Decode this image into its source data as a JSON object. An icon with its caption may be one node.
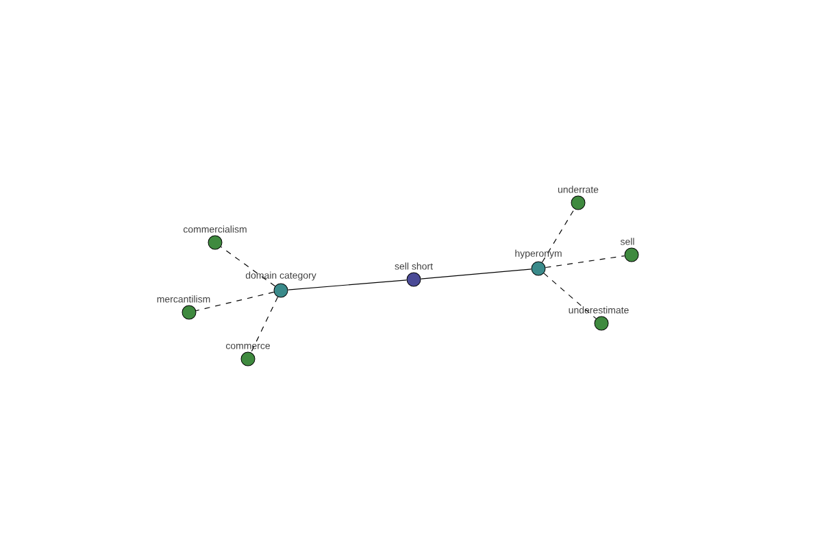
{
  "diagram": {
    "nodes": [
      {
        "text": [
          "sell short"
        ]
      },
      {
        "text": [
          "domain category"
        ]
      },
      {
        "text": [
          "hyperonym"
        ]
      },
      {
        "text": [
          "commercialism"
        ]
      },
      {
        "text": [
          "mercantilism"
        ]
      },
      {
        "text": [
          "commerce"
        ]
      },
      {
        "text": [
          "underrate"
        ]
      },
      {
        "text": [
          "sell"
        ]
      },
      {
        "text": [
          "underestimate"
        ]
      }
    ],
    "edges": [
      {
        "from": 0,
        "to": 1,
        "arrow": "none"
      },
      {
        "from": 0,
        "to": 2,
        "arrow": "none"
      },
      {
        "from": 1,
        "to": 3,
        "arrow": "none",
        "style": "dashed"
      },
      {
        "from": 1,
        "to": 4,
        "arrow": "none",
        "style": "dashed"
      },
      {
        "from": 1,
        "to": 5,
        "arrow": "none",
        "style": "dashed"
      },
      {
        "from": 2,
        "to": 6,
        "arrow": "none",
        "style": "dashed"
      },
      {
        "from": 2,
        "to": 7,
        "arrow": "none",
        "style": "dashed"
      },
      {
        "from": 2,
        "to": 8,
        "arrow": "none",
        "style": "dashed"
      }
    ]
  }
}
